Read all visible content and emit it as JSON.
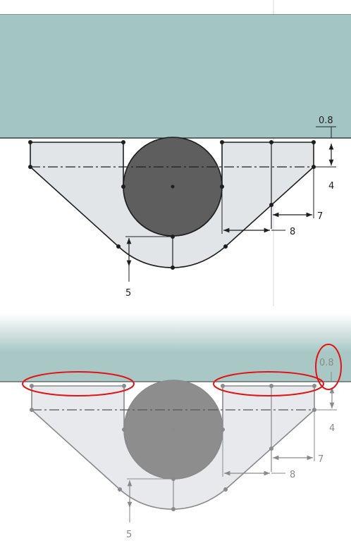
{
  "colors": {
    "surface_top": "#a3c6c4",
    "surface_bottom": "#a9c8c5",
    "part_fill": "#e2e5e8",
    "circle_fill_top": "#5e5e5e",
    "circle_fill_bottom": "#8d8d8d",
    "line_dark": "#1e1e1e",
    "line_light": "#8a8a8a",
    "highlight": "#e01414",
    "guide": "#c6dceb"
  },
  "top_sketch": {
    "dim_gap": "0.8",
    "dim_right_height": "4",
    "dim_right_inset": "7",
    "dim_lower_width": "8",
    "dim_bottom_offset": "5"
  },
  "bottom_sketch": {
    "dim_gap": "0.8",
    "dim_right_height": "4",
    "dim_right_inset": "7",
    "dim_lower_width": "8",
    "dim_bottom_offset": "5"
  }
}
